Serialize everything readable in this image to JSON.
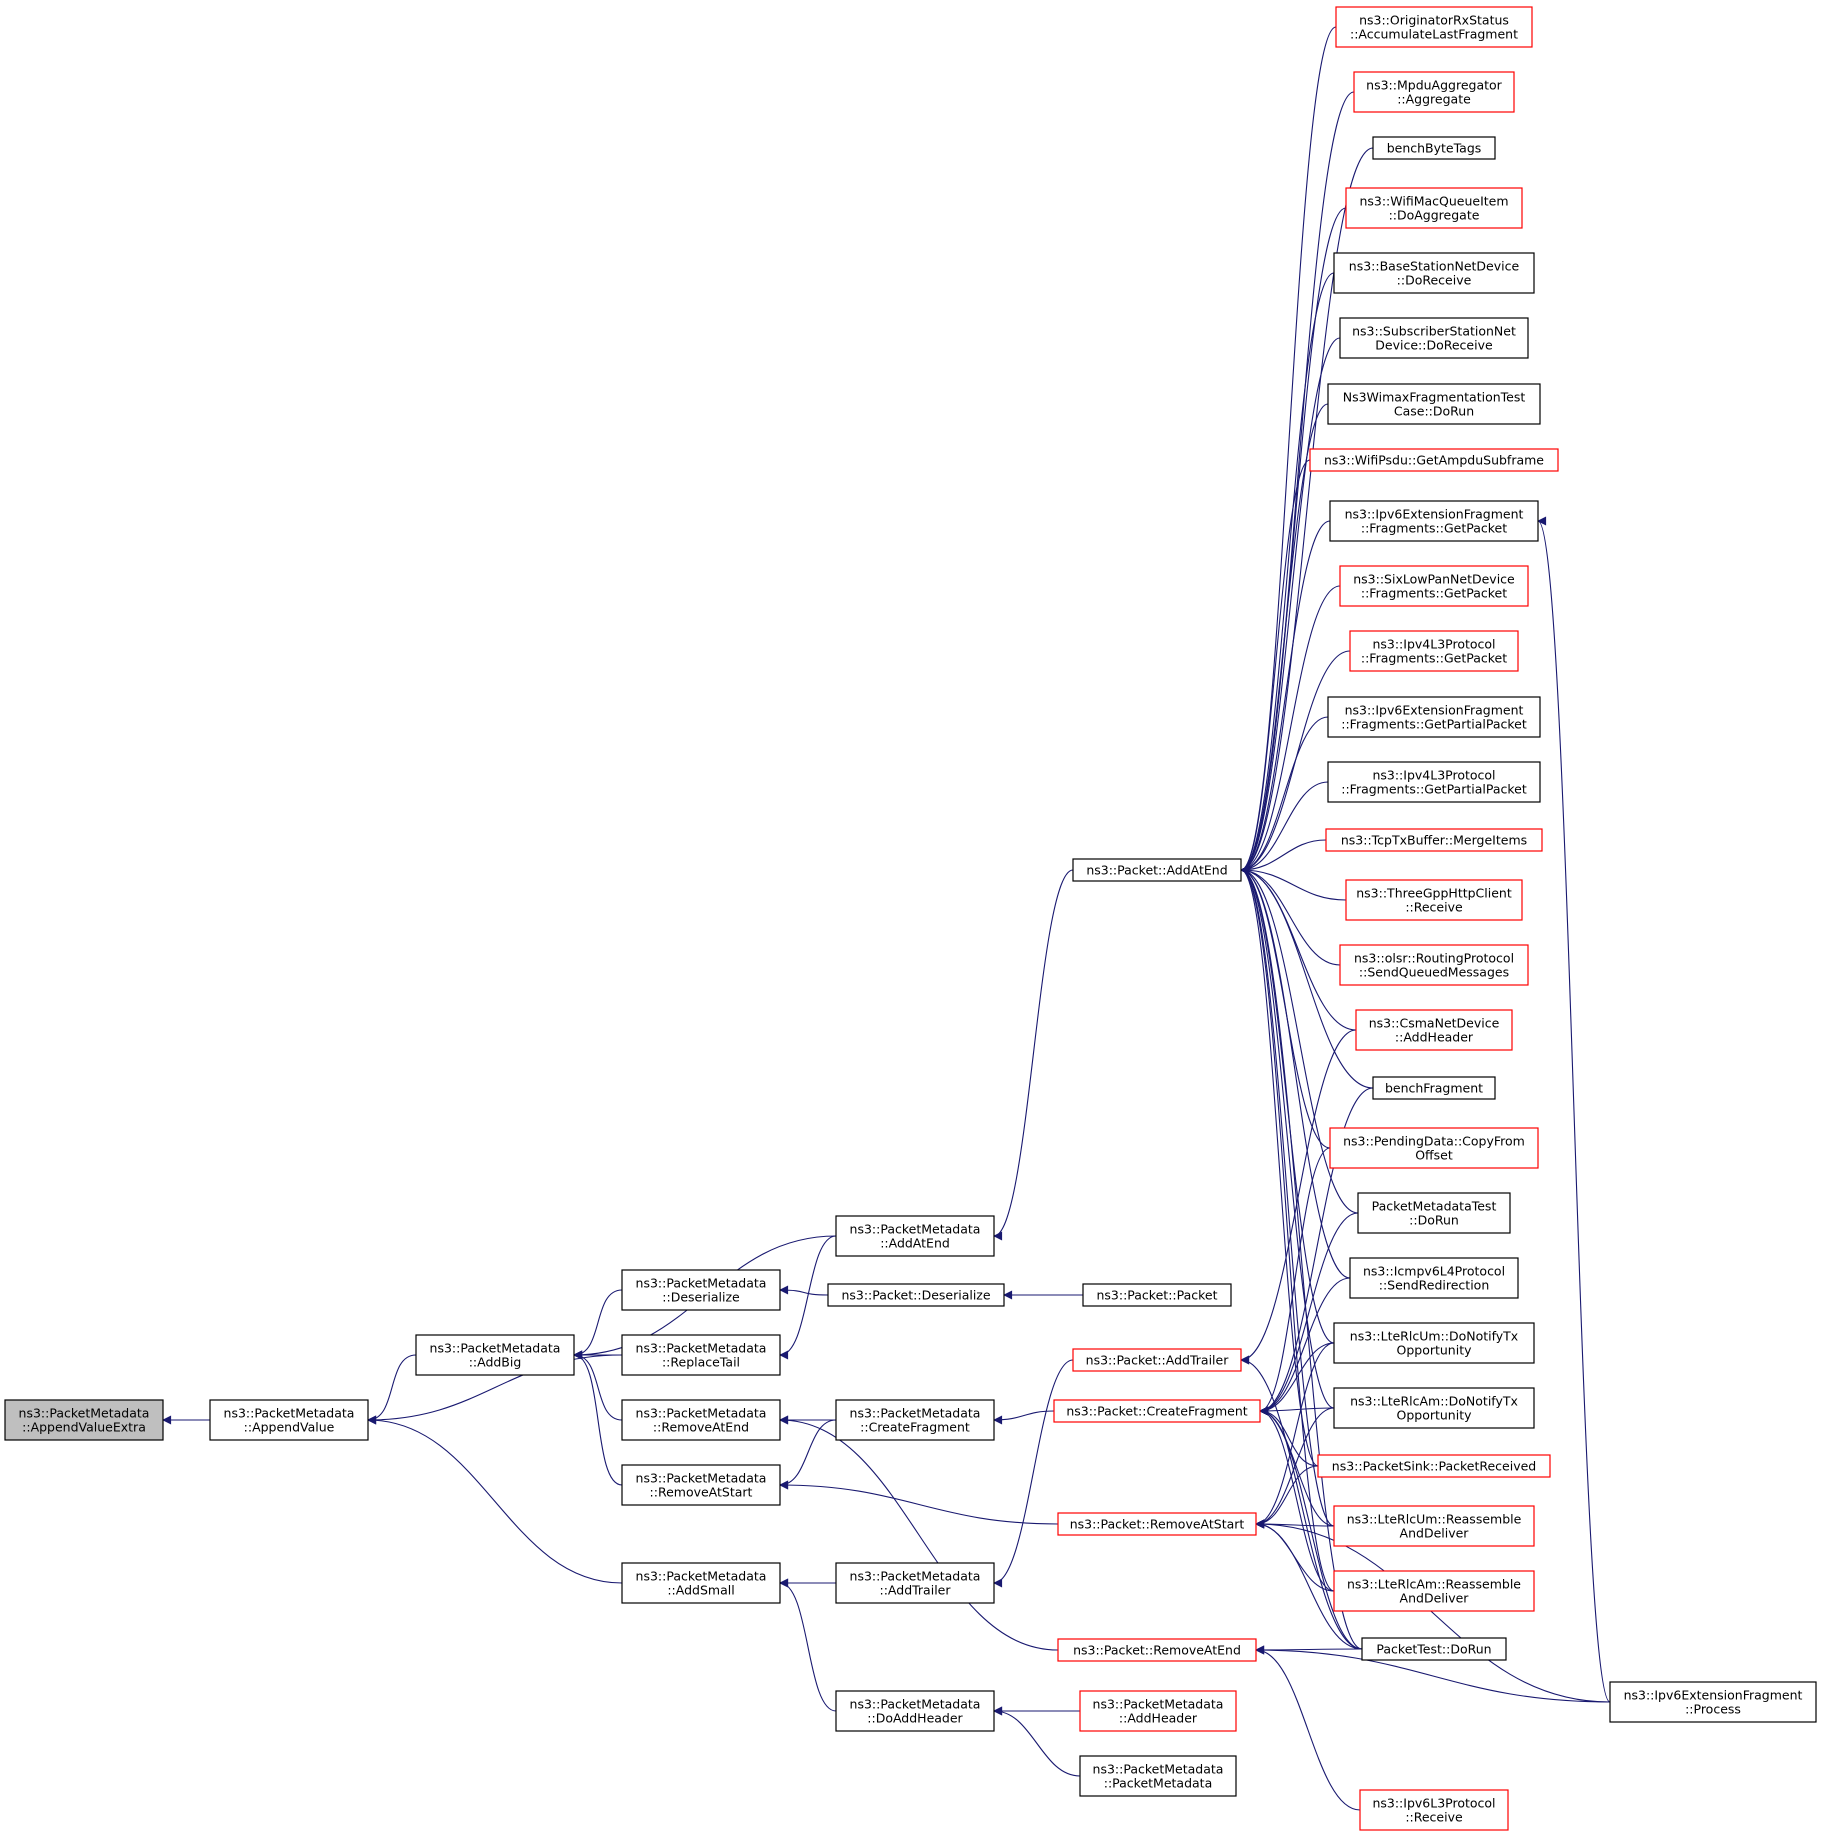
{
  "diagram": {
    "type": "doxygen-caller-graph",
    "colors": {
      "edge": "#191970",
      "normal": "#000000",
      "truncated": "#ff0000",
      "focus_fill": "#bfbfbf"
    },
    "nodes": [
      {
        "id": "n0",
        "lines": [
          "ns3::PacketMetadata",
          "::AppendValueExtra"
        ],
        "style": "focus"
      },
      {
        "id": "n1",
        "lines": [
          "ns3::PacketMetadata",
          "::AppendValue"
        ],
        "style": "normal"
      },
      {
        "id": "n2",
        "lines": [
          "ns3::PacketMetadata",
          "::AddBig"
        ],
        "style": "normal"
      },
      {
        "id": "n3",
        "lines": [
          "ns3::PacketMetadata",
          "::AddSmall"
        ],
        "style": "normal"
      },
      {
        "id": "n4",
        "lines": [
          "ns3::PacketMetadata",
          "::ReplaceTail"
        ],
        "style": "normal"
      },
      {
        "id": "n5",
        "lines": [
          "ns3::PacketMetadata",
          "::Deserialize"
        ],
        "style": "normal"
      },
      {
        "id": "n6",
        "lines": [
          "ns3::PacketMetadata",
          "::RemoveAtEnd"
        ],
        "style": "normal"
      },
      {
        "id": "n7",
        "lines": [
          "ns3::PacketMetadata",
          "::RemoveAtStart"
        ],
        "style": "normal"
      },
      {
        "id": "n8",
        "lines": [
          "ns3::PacketMetadata",
          "::AddAtEnd"
        ],
        "style": "normal"
      },
      {
        "id": "n9",
        "lines": [
          "ns3::Packet::Deserialize"
        ],
        "style": "normal"
      },
      {
        "id": "n10",
        "lines": [
          "ns3::PacketMetadata",
          "::CreateFragment"
        ],
        "style": "normal"
      },
      {
        "id": "n11",
        "lines": [
          "ns3::PacketMetadata",
          "::AddTrailer"
        ],
        "style": "normal"
      },
      {
        "id": "n12",
        "lines": [
          "ns3::PacketMetadata",
          "::DoAddHeader"
        ],
        "style": "normal"
      },
      {
        "id": "n13",
        "lines": [
          "ns3::Packet::AddAtEnd"
        ],
        "style": "normal"
      },
      {
        "id": "n14",
        "lines": [
          "ns3::Packet::Packet"
        ],
        "style": "normal"
      },
      {
        "id": "n15",
        "lines": [
          "ns3::Packet::AddTrailer"
        ],
        "style": "truncated"
      },
      {
        "id": "n16",
        "lines": [
          "ns3::Packet::CreateFragment"
        ],
        "style": "truncated"
      },
      {
        "id": "n17",
        "lines": [
          "ns3::Packet::RemoveAtStart"
        ],
        "style": "truncated"
      },
      {
        "id": "n18",
        "lines": [
          "ns3::Packet::RemoveAtEnd"
        ],
        "style": "truncated"
      },
      {
        "id": "n19",
        "lines": [
          "ns3::PacketMetadata",
          "::AddHeader"
        ],
        "style": "truncated"
      },
      {
        "id": "n20",
        "lines": [
          "ns3::PacketMetadata",
          "::PacketMetadata"
        ],
        "style": "normal"
      },
      {
        "id": "n21",
        "lines": [
          "ns3::OriginatorRxStatus",
          "::AccumulateLastFragment"
        ],
        "style": "truncated"
      },
      {
        "id": "n22",
        "lines": [
          "ns3::MpduAggregator",
          "::Aggregate"
        ],
        "style": "truncated"
      },
      {
        "id": "n23",
        "lines": [
          "benchByteTags"
        ],
        "style": "normal"
      },
      {
        "id": "n24",
        "lines": [
          "ns3::WifiMacQueueItem",
          "::DoAggregate"
        ],
        "style": "truncated"
      },
      {
        "id": "n25",
        "lines": [
          "ns3::BaseStationNetDevice",
          "::DoReceive"
        ],
        "style": "normal"
      },
      {
        "id": "n26",
        "lines": [
          "ns3::SubscriberStationNet",
          "Device::DoReceive"
        ],
        "style": "normal"
      },
      {
        "id": "n27",
        "lines": [
          "Ns3WimaxFragmentationTest",
          "Case::DoRun"
        ],
        "style": "normal"
      },
      {
        "id": "n28",
        "lines": [
          "ns3::WifiPsdu::GetAmpduSubframe"
        ],
        "style": "truncated"
      },
      {
        "id": "n29",
        "lines": [
          "ns3::Ipv6ExtensionFragment",
          "::Fragments::GetPacket"
        ],
        "style": "normal"
      },
      {
        "id": "n30",
        "lines": [
          "ns3::SixLowPanNetDevice",
          "::Fragments::GetPacket"
        ],
        "style": "truncated"
      },
      {
        "id": "n31",
        "lines": [
          "ns3::Ipv4L3Protocol",
          "::Fragments::GetPacket"
        ],
        "style": "truncated"
      },
      {
        "id": "n32",
        "lines": [
          "ns3::Ipv6ExtensionFragment",
          "::Fragments::GetPartialPacket"
        ],
        "style": "normal"
      },
      {
        "id": "n33",
        "lines": [
          "ns3::Ipv4L3Protocol",
          "::Fragments::GetPartialPacket"
        ],
        "style": "normal"
      },
      {
        "id": "n34",
        "lines": [
          "ns3::TcpTxBuffer::MergeItems"
        ],
        "style": "truncated"
      },
      {
        "id": "n35",
        "lines": [
          "ns3::ThreeGppHttpClient",
          "::Receive"
        ],
        "style": "truncated"
      },
      {
        "id": "n36",
        "lines": [
          "ns3::olsr::RoutingProtocol",
          "::SendQueuedMessages"
        ],
        "style": "truncated"
      },
      {
        "id": "n37",
        "lines": [
          "ns3::CsmaNetDevice",
          "::AddHeader"
        ],
        "style": "truncated"
      },
      {
        "id": "n38",
        "lines": [
          "benchFragment"
        ],
        "style": "normal"
      },
      {
        "id": "n39",
        "lines": [
          "ns3::PendingData::CopyFrom",
          "Offset"
        ],
        "style": "truncated"
      },
      {
        "id": "n40",
        "lines": [
          "PacketMetadataTest",
          "::DoRun"
        ],
        "style": "normal"
      },
      {
        "id": "n41",
        "lines": [
          "ns3::Icmpv6L4Protocol",
          "::SendRedirection"
        ],
        "style": "normal"
      },
      {
        "id": "n42",
        "lines": [
          "ns3::LteRlcUm::DoNotifyTx",
          "Opportunity"
        ],
        "style": "normal"
      },
      {
        "id": "n43",
        "lines": [
          "ns3::LteRlcAm::DoNotifyTx",
          "Opportunity"
        ],
        "style": "normal"
      },
      {
        "id": "n44",
        "lines": [
          "ns3::PacketSink::PacketReceived"
        ],
        "style": "truncated"
      },
      {
        "id": "n45",
        "lines": [
          "ns3::LteRlcUm::Reassemble",
          "AndDeliver"
        ],
        "style": "truncated"
      },
      {
        "id": "n46",
        "lines": [
          "ns3::LteRlcAm::Reassemble",
          "AndDeliver"
        ],
        "style": "truncated"
      },
      {
        "id": "n47",
        "lines": [
          "PacketTest::DoRun"
        ],
        "style": "normal"
      },
      {
        "id": "n48",
        "lines": [
          "ns3::Ipv6ExtensionFragment",
          "::Process"
        ],
        "style": "normal"
      },
      {
        "id": "n49",
        "lines": [
          "ns3::Ipv6L3Protocol",
          "::Receive"
        ],
        "style": "truncated"
      }
    ],
    "edges": [
      [
        "n1",
        "n0"
      ],
      [
        "n2",
        "n1"
      ],
      [
        "n4",
        "n1"
      ],
      [
        "n3",
        "n1"
      ],
      [
        "n8",
        "n2"
      ],
      [
        "n5",
        "n2"
      ],
      [
        "n4",
        "n2"
      ],
      [
        "n6",
        "n2"
      ],
      [
        "n7",
        "n2"
      ],
      [
        "n11",
        "n3"
      ],
      [
        "n12",
        "n3"
      ],
      [
        "n8",
        "n4"
      ],
      [
        "n9",
        "n5"
      ],
      [
        "n10",
        "n6"
      ],
      [
        "n18",
        "n6"
      ],
      [
        "n10",
        "n7"
      ],
      [
        "n17",
        "n7"
      ],
      [
        "n13",
        "n8"
      ],
      [
        "n14",
        "n9"
      ],
      [
        "n16",
        "n10"
      ],
      [
        "n15",
        "n11"
      ],
      [
        "n19",
        "n12"
      ],
      [
        "n20",
        "n12"
      ],
      [
        "n21",
        "n13"
      ],
      [
        "n22",
        "n13"
      ],
      [
        "n23",
        "n13"
      ],
      [
        "n24",
        "n13"
      ],
      [
        "n25",
        "n13"
      ],
      [
        "n26",
        "n13"
      ],
      [
        "n27",
        "n13"
      ],
      [
        "n28",
        "n13"
      ],
      [
        "n29",
        "n13"
      ],
      [
        "n30",
        "n13"
      ],
      [
        "n31",
        "n13"
      ],
      [
        "n32",
        "n13"
      ],
      [
        "n33",
        "n13"
      ],
      [
        "n34",
        "n13"
      ],
      [
        "n35",
        "n13"
      ],
      [
        "n36",
        "n13"
      ],
      [
        "n37",
        "n13"
      ],
      [
        "n38",
        "n13"
      ],
      [
        "n39",
        "n13"
      ],
      [
        "n40",
        "n13"
      ],
      [
        "n41",
        "n13"
      ],
      [
        "n42",
        "n13"
      ],
      [
        "n43",
        "n13"
      ],
      [
        "n44",
        "n13"
      ],
      [
        "n45",
        "n13"
      ],
      [
        "n46",
        "n13"
      ],
      [
        "n47",
        "n13"
      ],
      [
        "n37",
        "n15"
      ],
      [
        "n47",
        "n15"
      ],
      [
        "n38",
        "n16"
      ],
      [
        "n39",
        "n16"
      ],
      [
        "n40",
        "n16"
      ],
      [
        "n41",
        "n16"
      ],
      [
        "n42",
        "n16"
      ],
      [
        "n43",
        "n16"
      ],
      [
        "n44",
        "n16"
      ],
      [
        "n45",
        "n16"
      ],
      [
        "n46",
        "n16"
      ],
      [
        "n47",
        "n16"
      ],
      [
        "n42",
        "n17"
      ],
      [
        "n43",
        "n17"
      ],
      [
        "n44",
        "n17"
      ],
      [
        "n45",
        "n17"
      ],
      [
        "n46",
        "n17"
      ],
      [
        "n47",
        "n17"
      ],
      [
        "n48",
        "n17"
      ],
      [
        "n47",
        "n18"
      ],
      [
        "n48",
        "n18"
      ],
      [
        "n49",
        "n18"
      ],
      [
        "n48",
        "n29"
      ]
    ]
  }
}
